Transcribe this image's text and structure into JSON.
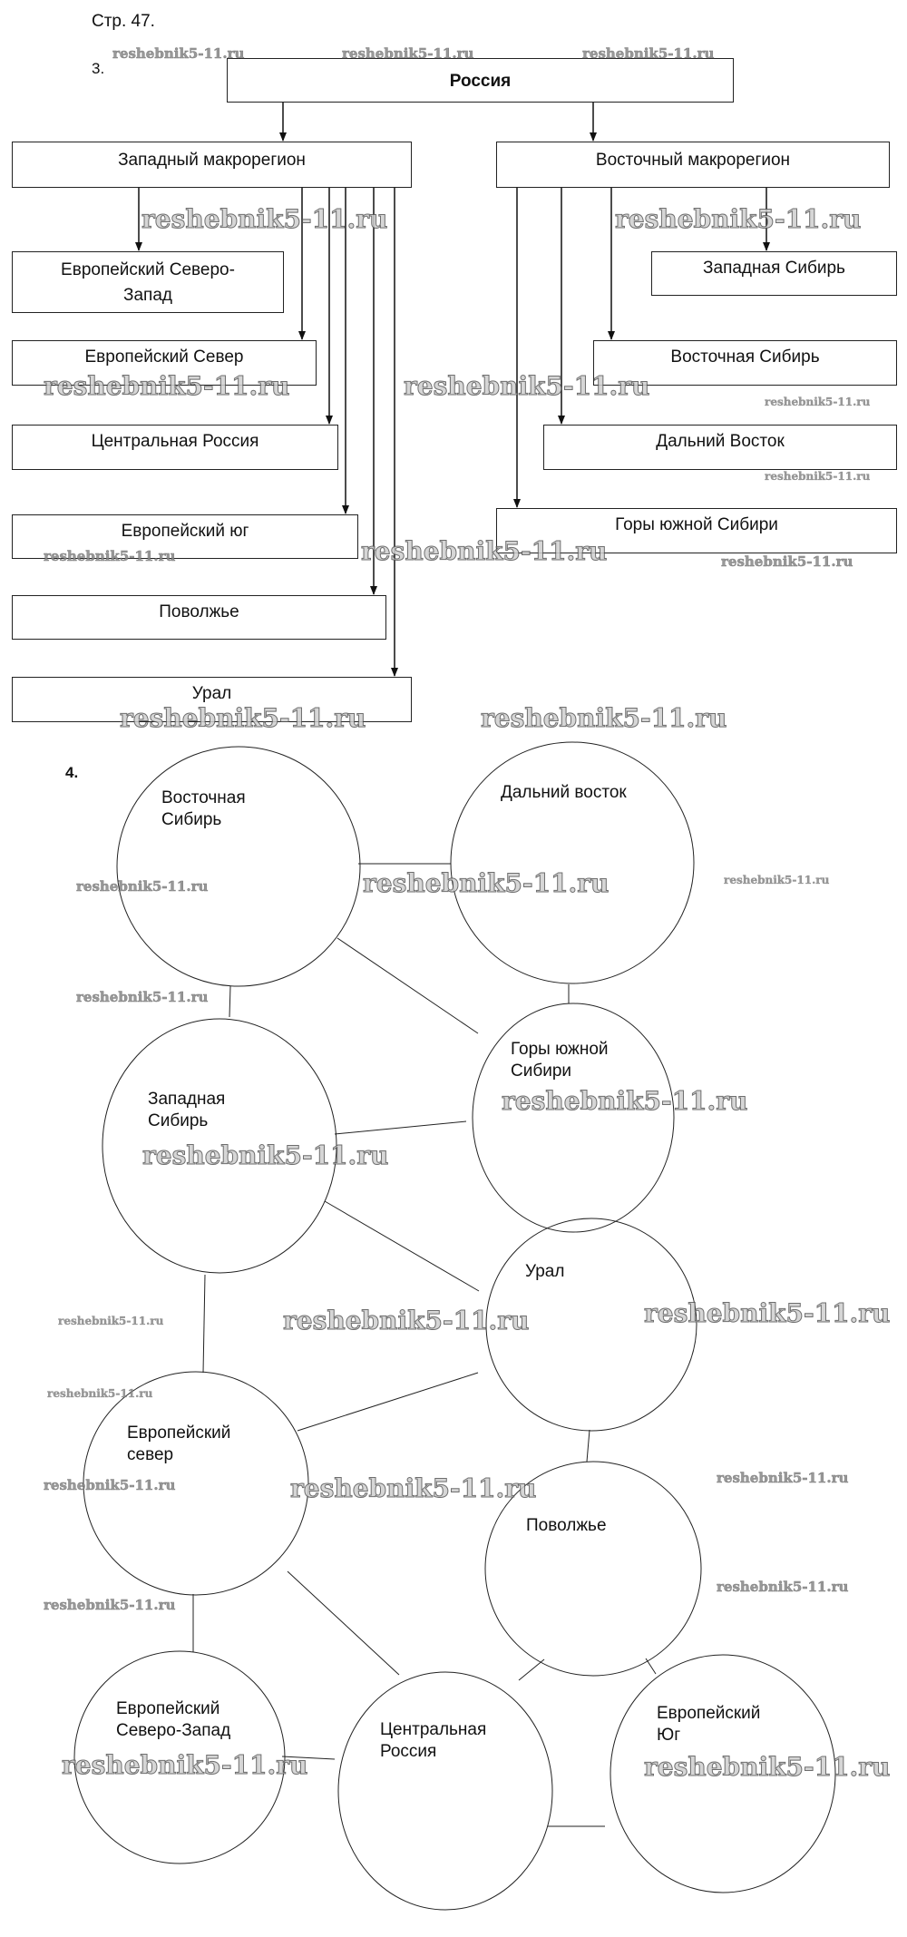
{
  "header": {
    "page": "Стр. 47.",
    "task3": "3.",
    "task4": "4."
  },
  "tree": {
    "root": "Россия",
    "west": {
      "title": "Западный макрорегион",
      "items": [
        "Европейский Северо-\nЗапад",
        "Европейский Север",
        "Центральная Россия",
        "Европейский юг",
        "Поволжье",
        "Урал"
      ]
    },
    "east": {
      "title": "Восточный макрорегион",
      "items": [
        "Западная Сибирь",
        "Восточная Сибирь",
        "Дальний Восток",
        "Горы южной Сибири"
      ]
    }
  },
  "circles": {
    "vs": "Восточная\nСибирь",
    "dv": "Дальний восток",
    "gs": "Горы южной\nСибири",
    "zs": "Западная\nСибирь",
    "ural": "Урал",
    "esev": "Европейский\nсевер",
    "pov": "Поволжье",
    "esz": "Европейский\nСеверо-Запад",
    "cr": "Центральная\nРоссия",
    "eyug": "Европейский\nЮг"
  },
  "watermark": "reshebnik5-11.ru"
}
